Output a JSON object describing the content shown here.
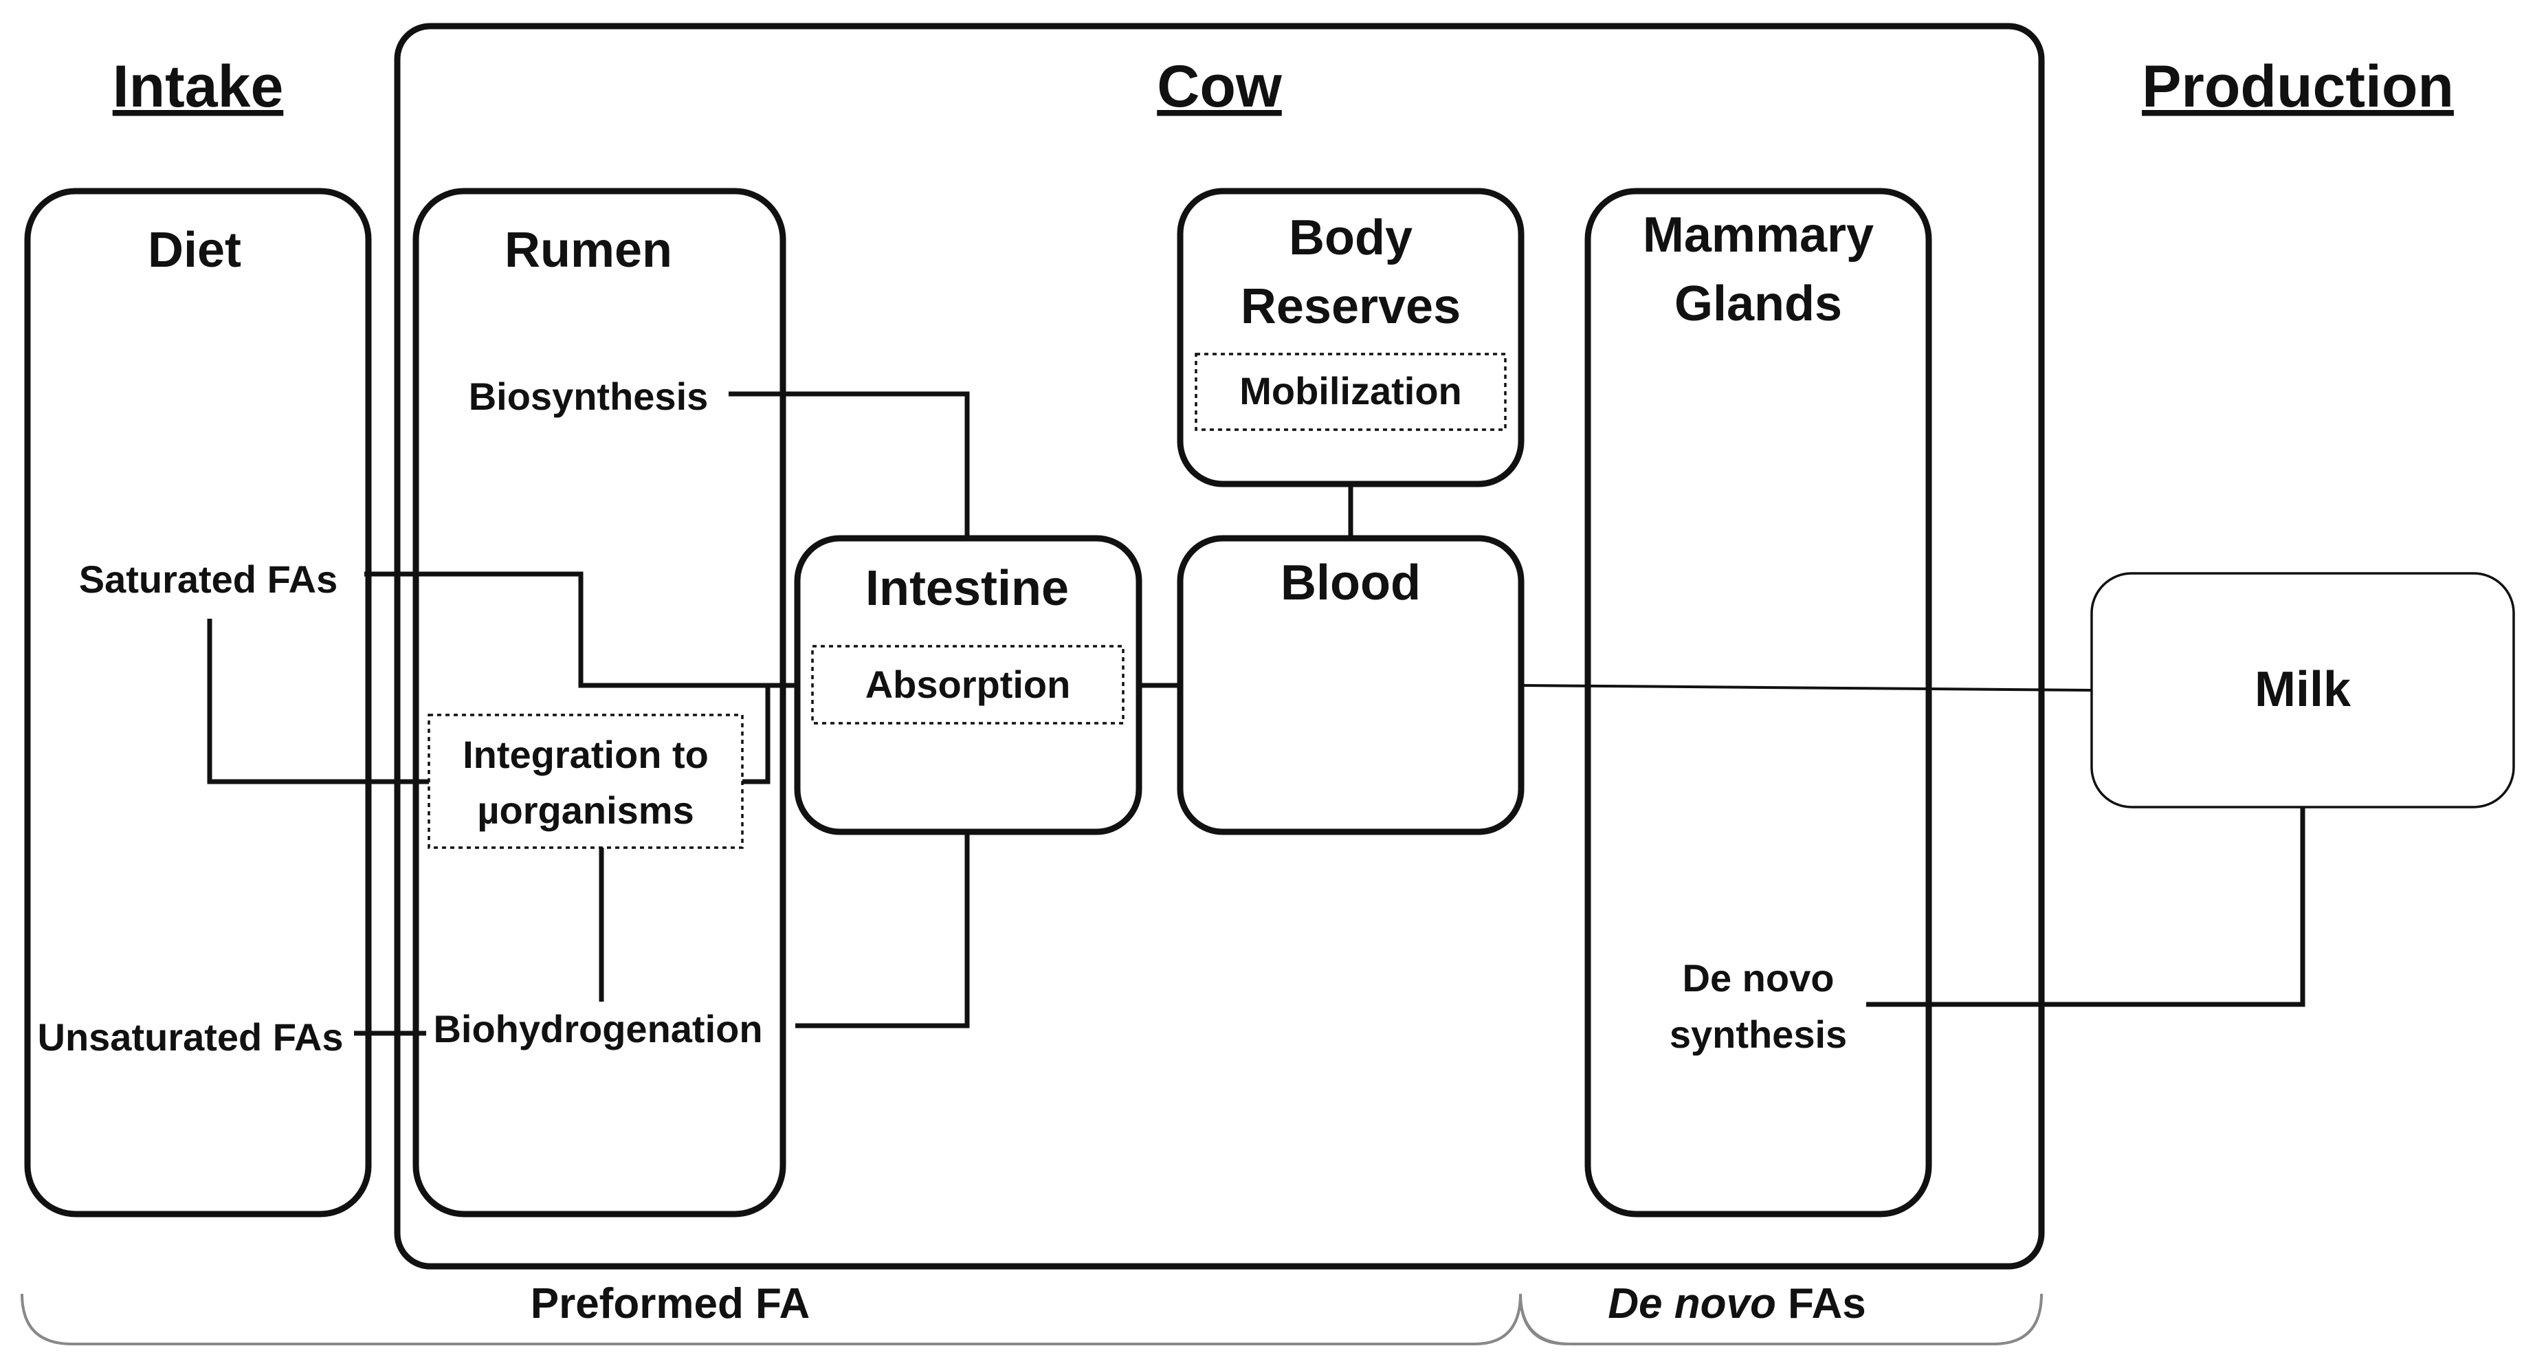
{
  "headings": {
    "intake": "Intake",
    "cow": "Cow",
    "production": "Production"
  },
  "boxes": {
    "diet": "Diet",
    "rumen": "Rumen",
    "body_reserves_line1": "Body",
    "body_reserves_line2": "Reserves",
    "mammary_line1": "Mammary",
    "mammary_line2": "Glands",
    "intestine": "Intestine",
    "blood": "Blood",
    "milk": "Milk"
  },
  "processes": {
    "biosynthesis": "Biosynthesis",
    "saturated": "Saturated FAs",
    "unsaturated": "Unsaturated FAs",
    "integration_line1": "Integration to",
    "integration_line2": "µorganisms",
    "biohydrogenation": "Biohydrogenation",
    "absorption": "Absorption",
    "mobilization": "Mobilization",
    "de_novo_line1": "De novo",
    "de_novo_line2": "synthesis"
  },
  "footer": {
    "preformed": "Preformed FA",
    "de_novo_italic": "De novo",
    "de_novo_rest": " FAs"
  }
}
